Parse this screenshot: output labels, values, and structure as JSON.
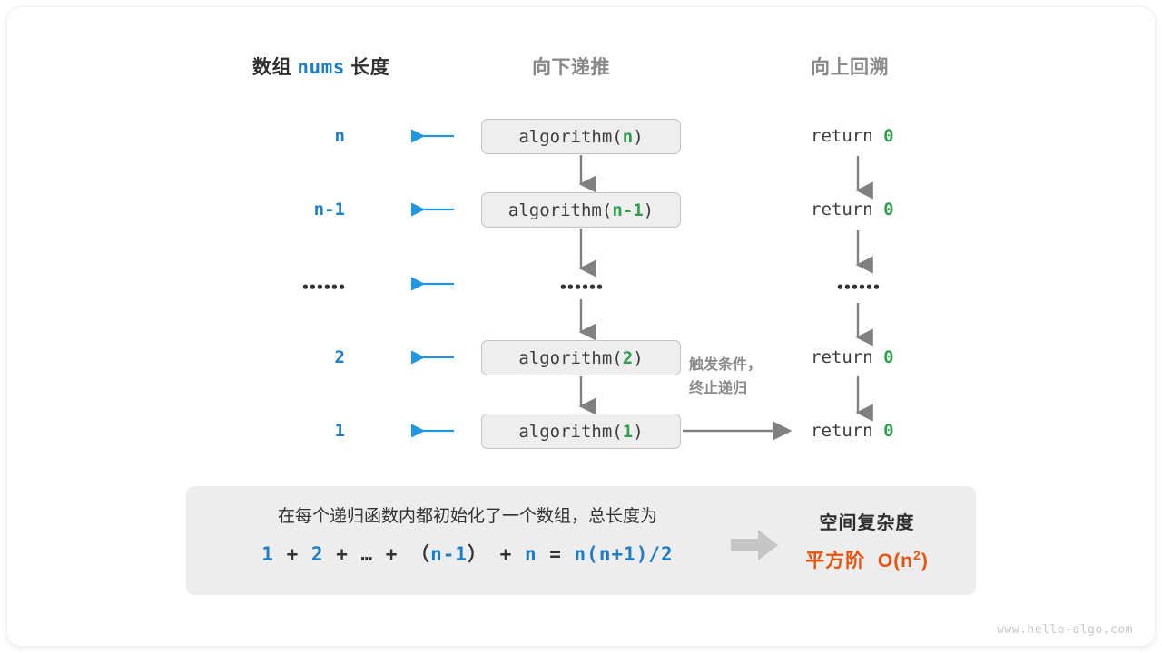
{
  "headers": {
    "left_prefix": "数组",
    "left_mono": "nums",
    "left_suffix": "长度",
    "middle": "向下递推",
    "right": "向上回溯"
  },
  "rows": [
    {
      "length": "n",
      "call_name": "algorithm",
      "call_arg": "n",
      "ret_label": "return",
      "ret_value": "0"
    },
    {
      "length": "n-1",
      "call_name": "algorithm",
      "call_arg": "n-1",
      "ret_label": "return",
      "ret_value": "0"
    },
    {
      "length": "••••••",
      "call_name": "••••••",
      "call_arg": "",
      "ret_label": "••••••",
      "ret_value": ""
    },
    {
      "length": "2",
      "call_name": "algorithm",
      "call_arg": "2",
      "ret_label": "return",
      "ret_value": "0"
    },
    {
      "length": "1",
      "call_name": "algorithm",
      "call_arg": "1",
      "ret_label": "return",
      "ret_value": "0"
    }
  ],
  "note": {
    "line1": "触发条件，",
    "line2": "终止递归"
  },
  "panel": {
    "text_line1": "在每个递归函数内都初始化了一个数组，总长度为",
    "formula": {
      "t1": "1",
      "op1": " + ",
      "t2": "2",
      "op2": " + … + （",
      "t3": "n-1",
      "op3": "） + ",
      "t4": "n",
      "op4": " = ",
      "t5": "n(n+1)/2"
    },
    "result_title": "空间复杂度",
    "result_value_prefix": "平方阶",
    "result_value_big": "O(n",
    "result_value_sup": "2",
    "result_value_tail": ")"
  },
  "watermark": "www.hello-algo.com",
  "colors": {
    "blue": "#1f7dc4",
    "green": "#2f9e4f",
    "orange": "#e8530e",
    "gray": "#8a8a8a",
    "box_fill": "#eeeeee",
    "panel_fill": "#ededed"
  }
}
